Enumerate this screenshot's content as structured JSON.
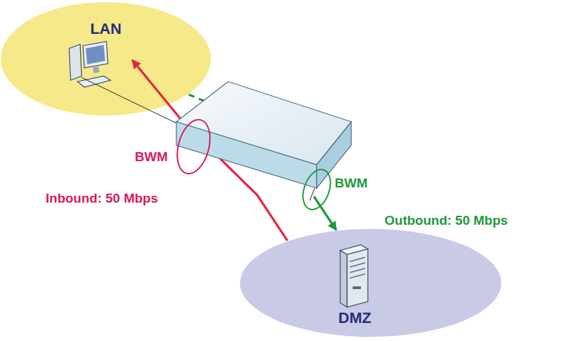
{
  "diagram": {
    "nodes": [
      {
        "text": [
          "LAN"
        ]
      },
      {
        "text": [
          "DMZ"
        ]
      }
    ],
    "edges": [
      {
        "from": 1,
        "to": 0,
        "arrow": "to"
      },
      {
        "from": 0,
        "to": 1,
        "arrow": "to"
      }
    ],
    "labels": [
      "BWM",
      "Inbound: 50 Mbps",
      "BWM",
      "Outbound: 50 Mbps"
    ]
  }
}
